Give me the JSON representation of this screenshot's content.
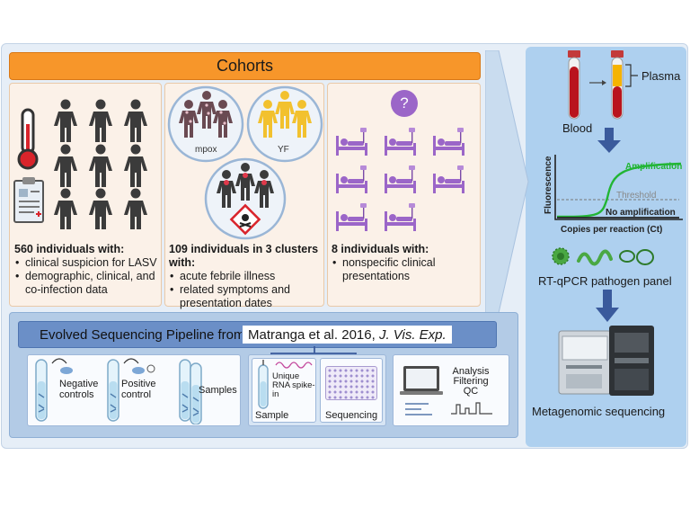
{
  "cohorts": {
    "title": "Cohorts",
    "c1": {
      "head": "560 individuals with:",
      "items": [
        "clinical suspicion for LASV",
        "demographic, clinical, and co-infection data"
      ]
    },
    "c2": {
      "head": "109 individuals in 3 clusters with:",
      "items": [
        "acute febrile illness",
        "related symptoms and presentation dates"
      ],
      "labels": {
        "mpox": "mpox",
        "yf": "YF"
      }
    },
    "c3": {
      "head": "8 individuals with:",
      "items": [
        "nonspecific clinical presentations"
      ],
      "unknown_symbol": "?"
    }
  },
  "pipeline": {
    "title": "Evolved Sequencing Pipeline from",
    "citation_authors": "Matranga et al. 2016,",
    "citation_journal": "J. Vis. Exp.",
    "labels": {
      "negative": "Negative controls",
      "positive": "Positive control",
      "samples": "Samples",
      "spike": "Unique RNA spike-in",
      "sample": "Sample",
      "sequencing": "Sequencing",
      "analysis": "Analysis",
      "filtering": "Filtering",
      "qc": "QC"
    }
  },
  "right_panel": {
    "blood": "Blood",
    "plasma": "Plasma",
    "chart": {
      "amplification": "Amplification",
      "threshold": "Threshold",
      "no_amplification": "No amplification",
      "ylabel": "Fluorescence",
      "xlabel": "Copies per reaction (Ct)"
    },
    "panel_label": "RT-qPCR pathogen panel",
    "sequencing_label": "Metagenomic sequencing"
  },
  "colors": {
    "orange": "#f7962a",
    "cohort_bg": "#fbf1e8",
    "pipeline_bg": "#b3cbe6",
    "right_bg": "#aed0ef",
    "person": "#3b3b3b",
    "purple": "#9b66c8",
    "yellow": "#f2c12e",
    "green": "#22b535",
    "blue_arrow": "#3a5a9c"
  }
}
